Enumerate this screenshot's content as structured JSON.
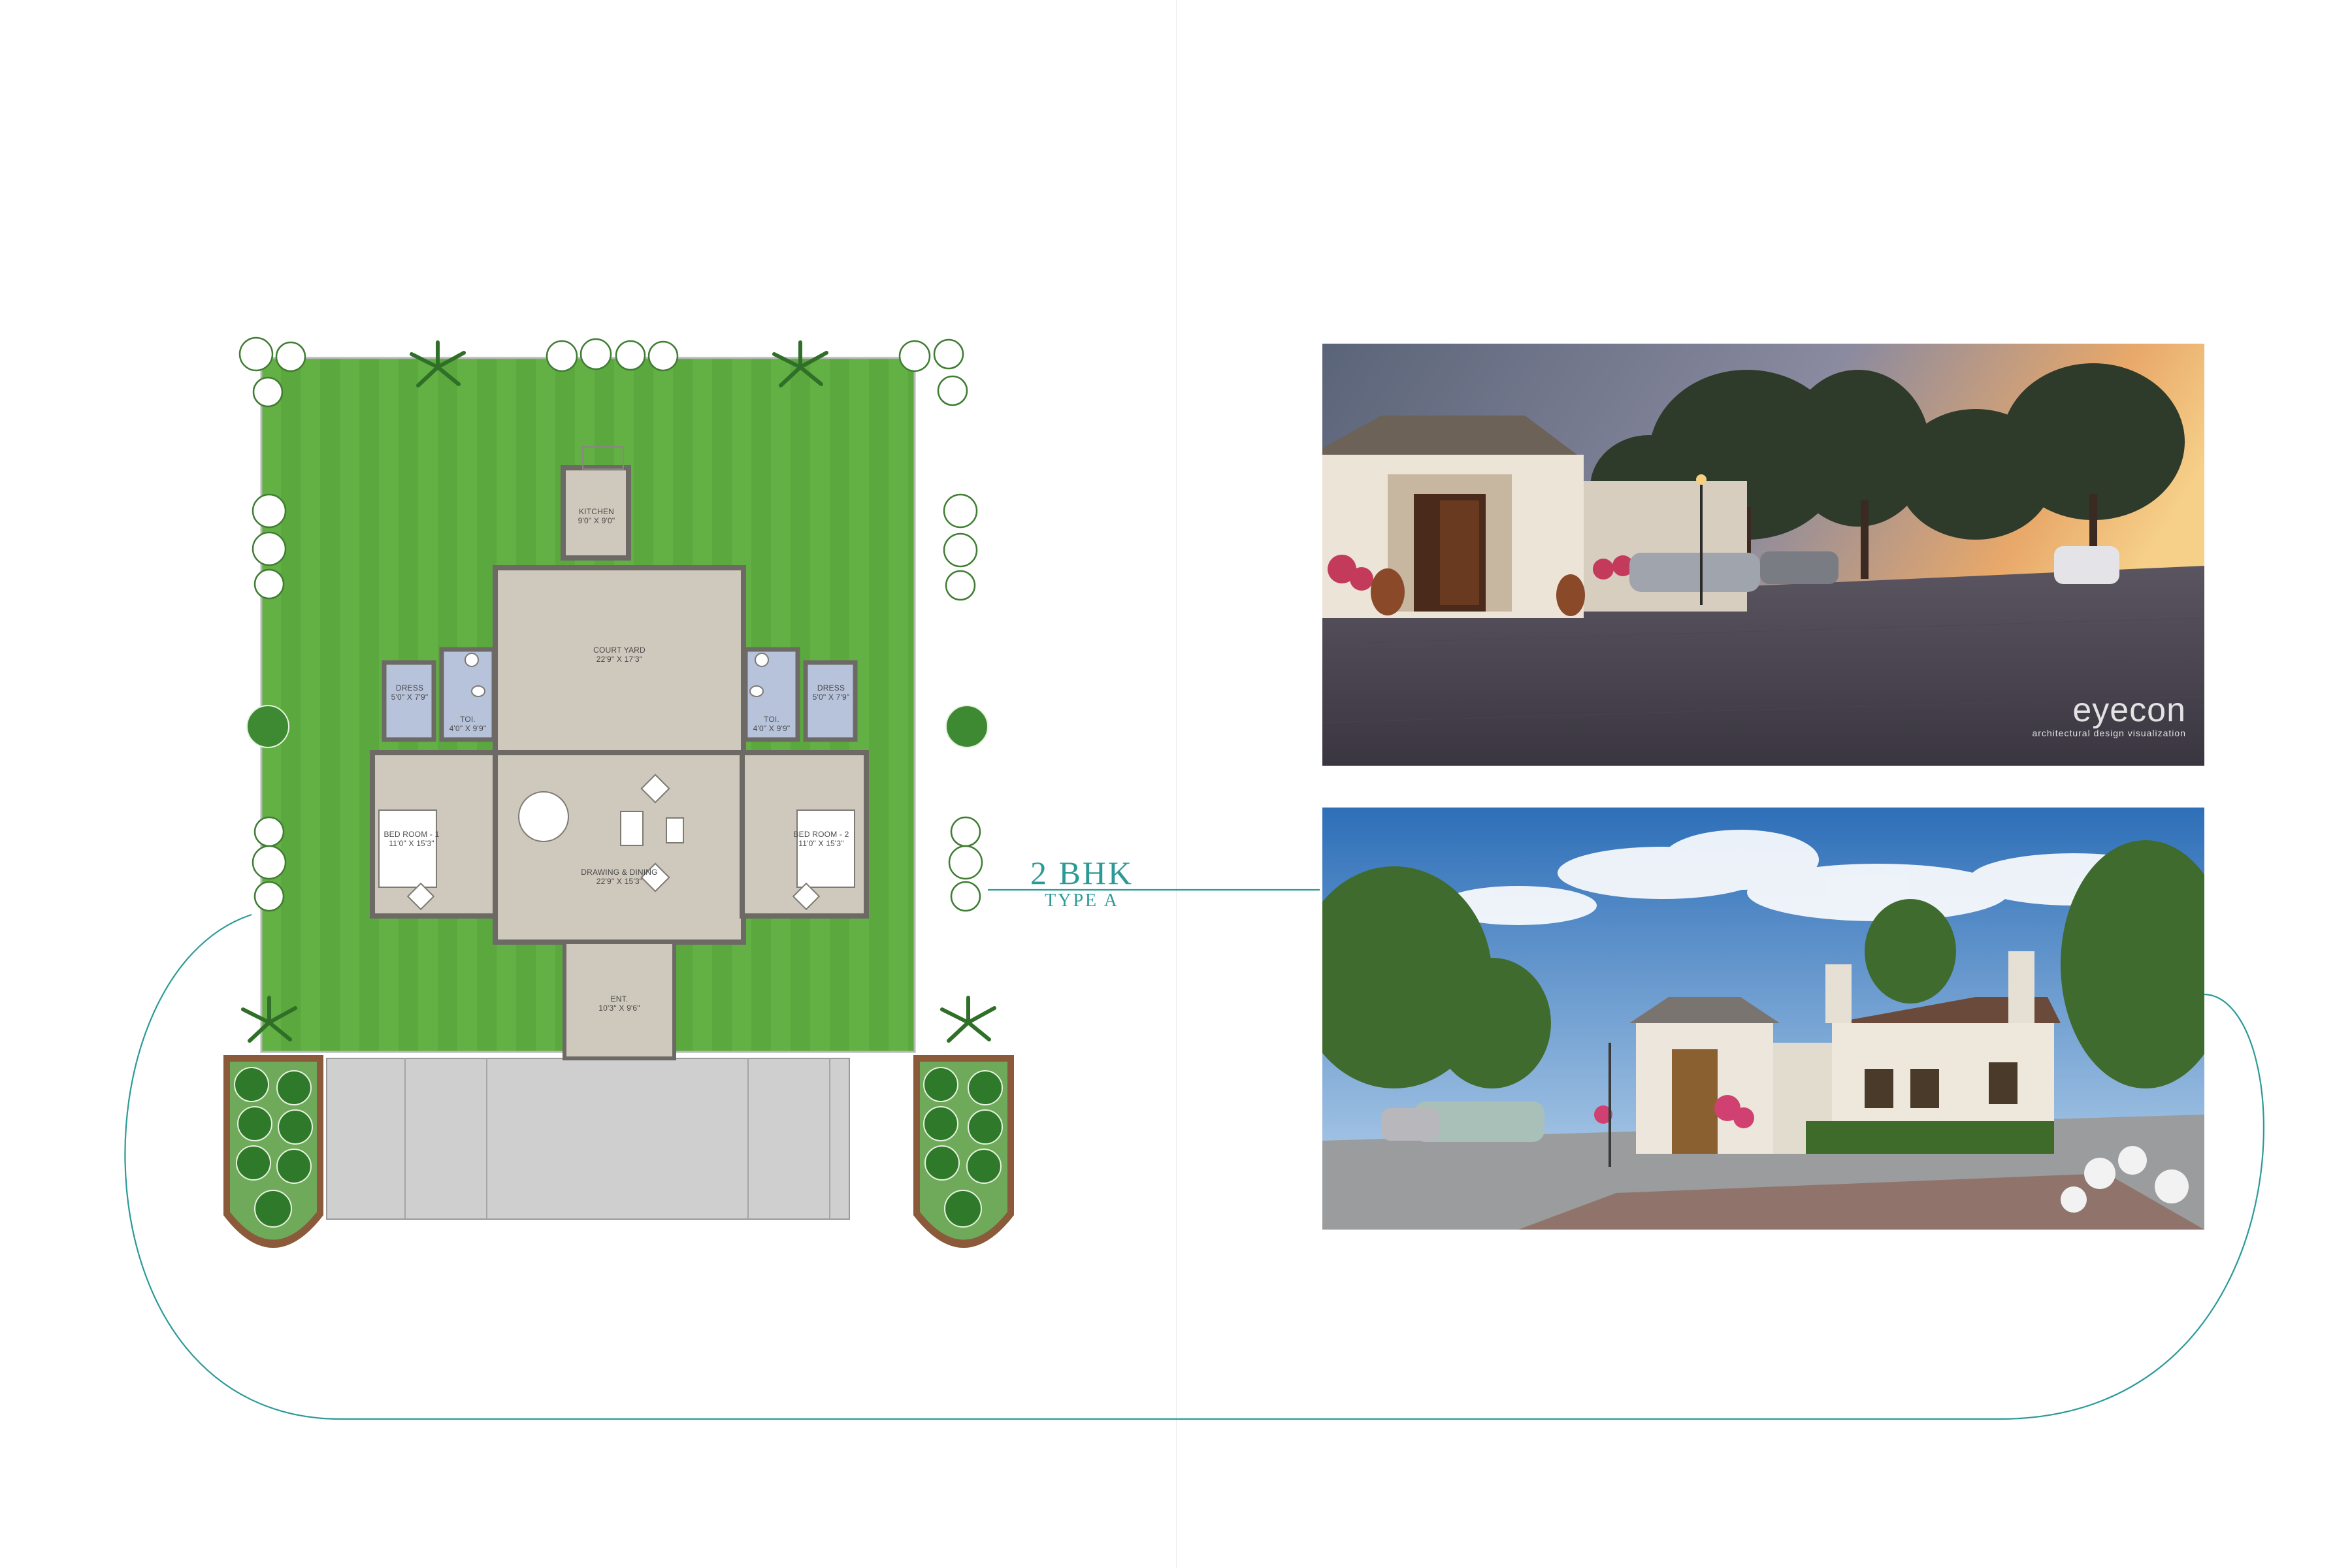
{
  "plan": {
    "title": "2 BHK",
    "subtitle": "TYPE A",
    "rooms": {
      "kitchen": {
        "name": "KITCHEN",
        "size": "9'0\" X 9'0\""
      },
      "courtyard": {
        "name": "COURT YARD",
        "size": "22'9\" X 17'3\""
      },
      "dress_left": {
        "name": "DRESS",
        "size": "5'0\" X 7'9\""
      },
      "toilet_left": {
        "name": "TOI.",
        "size": "4'0\" X 9'9\""
      },
      "dress_right": {
        "name": "DRESS",
        "size": "5'0\" X 7'9\""
      },
      "toilet_right": {
        "name": "TOI.",
        "size": "4'0\" X 9'9\""
      },
      "bedroom1": {
        "name": "BED ROOM - 1",
        "size": "11'0\" X 15'3\""
      },
      "drawing": {
        "name": "DRAWING & DINING",
        "size": "22'9\" X 15'3\""
      },
      "bedroom2": {
        "name": "BED ROOM - 2",
        "size": "11'0\" X 15'3\""
      },
      "entrance": {
        "name": "ENT.",
        "size": "10'3\" X 9'6\""
      }
    }
  },
  "renders": {
    "top": {
      "watermark": "eyecon",
      "watermark_sub": "architectural design visualization"
    }
  },
  "colors": {
    "accent": "#2b9a97",
    "lawn": "#5aa83e",
    "wall": "#6d6a66",
    "floor": "#cfc8bd"
  }
}
